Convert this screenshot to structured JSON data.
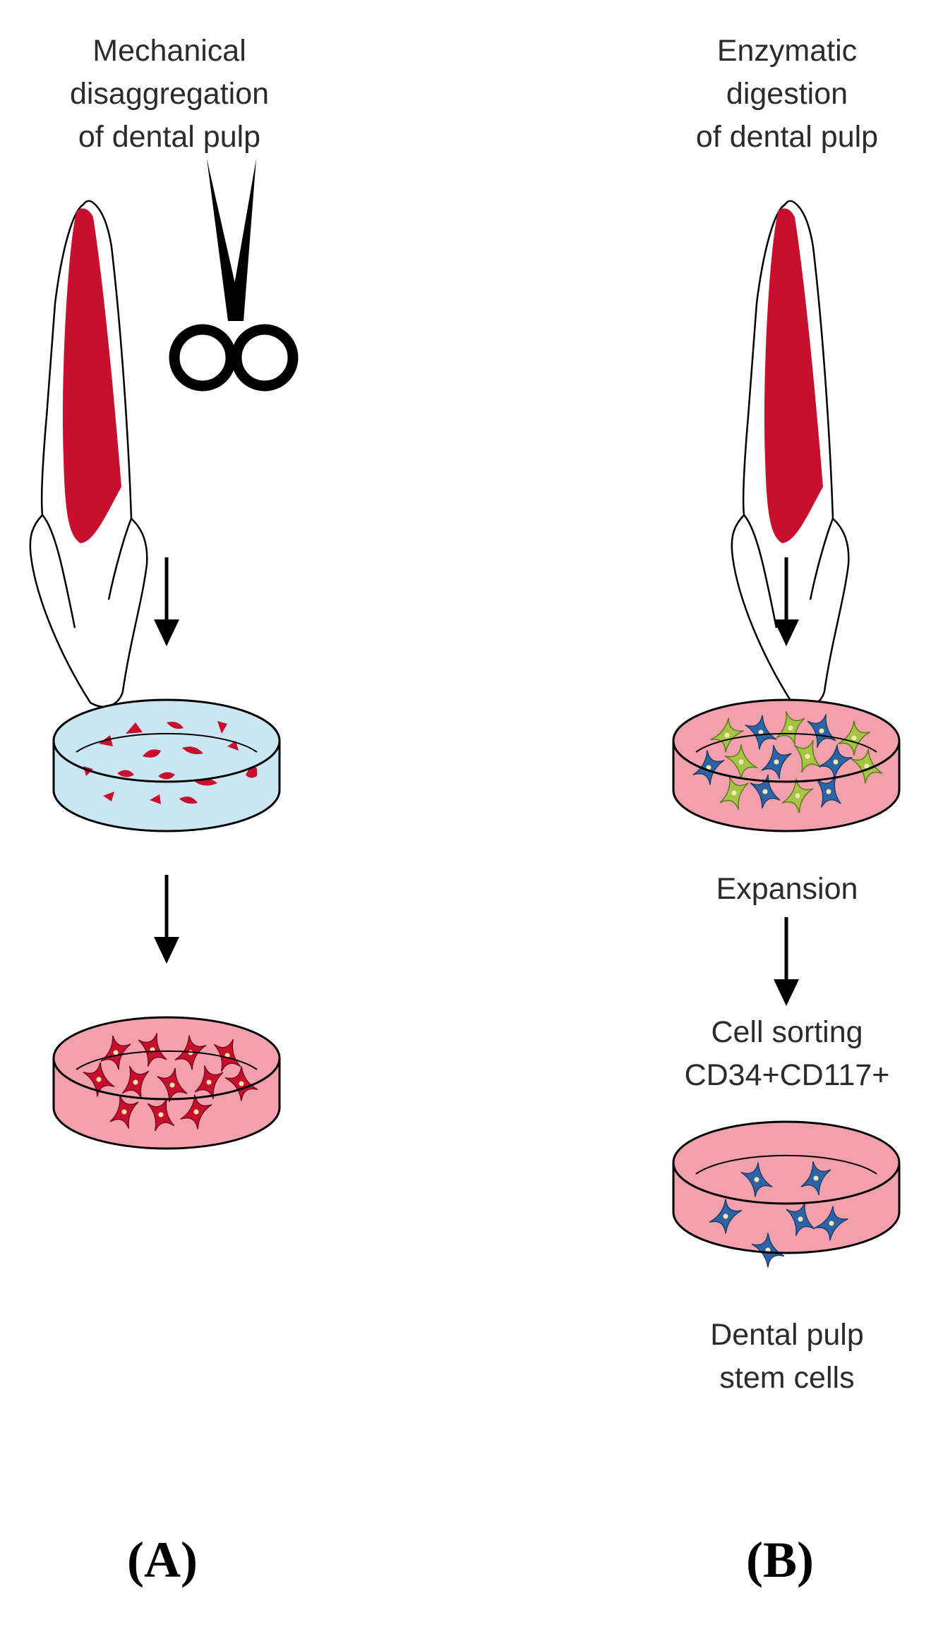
{
  "panel_a": {
    "title": "Mechanical\ndisaggregation\nof dental pulp",
    "label": "(A)"
  },
  "panel_b": {
    "title": "Enzymatic\ndigestion\nof dental pulp",
    "expansion": "Expansion",
    "sorting": "Cell sorting\nCD34+CD117+",
    "result": "Dental pulp\nstem cells",
    "label": "(B)"
  },
  "colors": {
    "pulp": "#c8102e",
    "medium_blue": "#c9e6f2",
    "medium_pink": "#f2a0ac",
    "stem_cell_blue": "#2e63a5",
    "cell_green": "#a6c545",
    "line": "#000000"
  },
  "icons": [
    "tooth-icon",
    "scissors-icon",
    "petri-dish-icon",
    "down-arrow-icon"
  ]
}
